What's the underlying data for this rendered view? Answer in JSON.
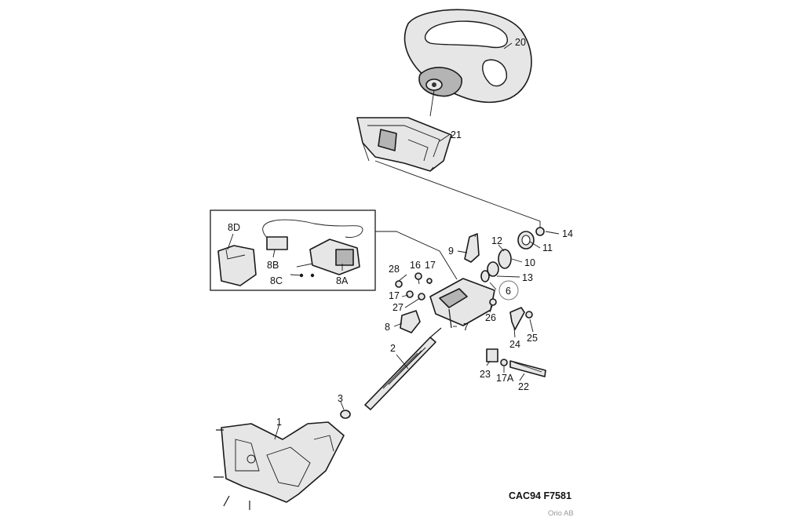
{
  "figure_code": "CAC94 F7581",
  "copyright": "Orio AB",
  "callouts": [
    "1",
    "2",
    "3",
    "6",
    "7",
    "8",
    "8A",
    "8B",
    "8C",
    "8D",
    "9",
    "10",
    "11",
    "12",
    "13",
    "14",
    "16",
    "17",
    "17",
    "17A",
    "20",
    "21",
    "22",
    "23",
    "24",
    "25",
    "26",
    "27",
    "28"
  ]
}
